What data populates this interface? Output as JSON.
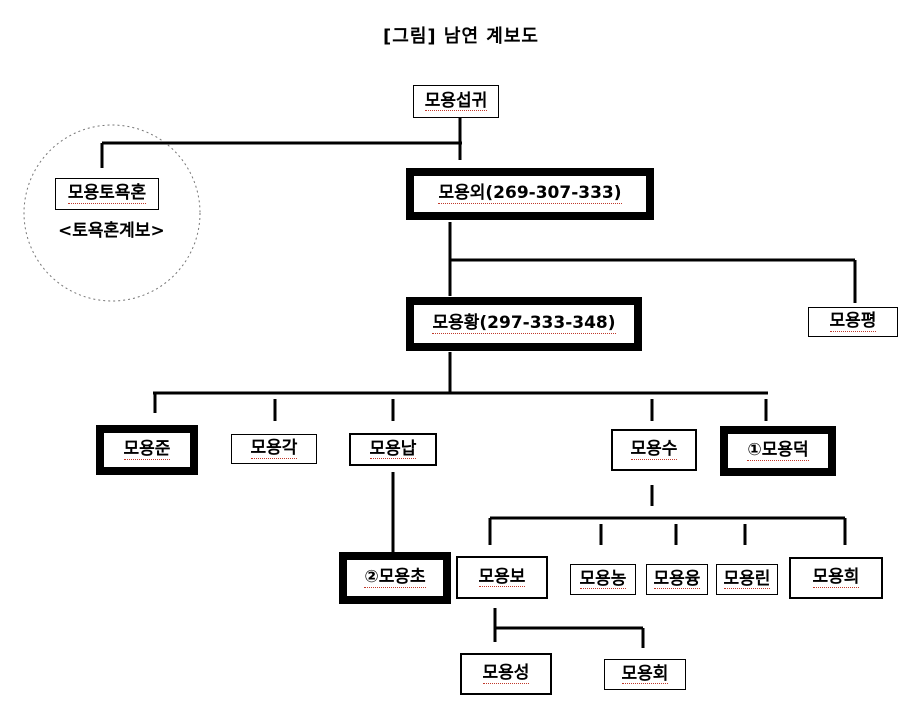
{
  "title": "[그림] 남연 계보도",
  "nodes": {
    "root": "모용섭귀",
    "tuyuhun": "모용토욕혼",
    "tuyuhun_note": "<토욕혼계보>",
    "oe": "모용외(269-307-333)",
    "hwang": "모용황(297-333-348)",
    "pyeong": "모용평",
    "jun": "모용준",
    "gak": "모용각",
    "nap": "모용납",
    "su": "모용수",
    "deok": "①모용덕",
    "cho": "②모용초",
    "bo": "모용보",
    "nong": "모용농",
    "yung": "모용융",
    "rin": "모용린",
    "hui": "모용희",
    "seong": "모용성",
    "hoe": "모용회"
  }
}
